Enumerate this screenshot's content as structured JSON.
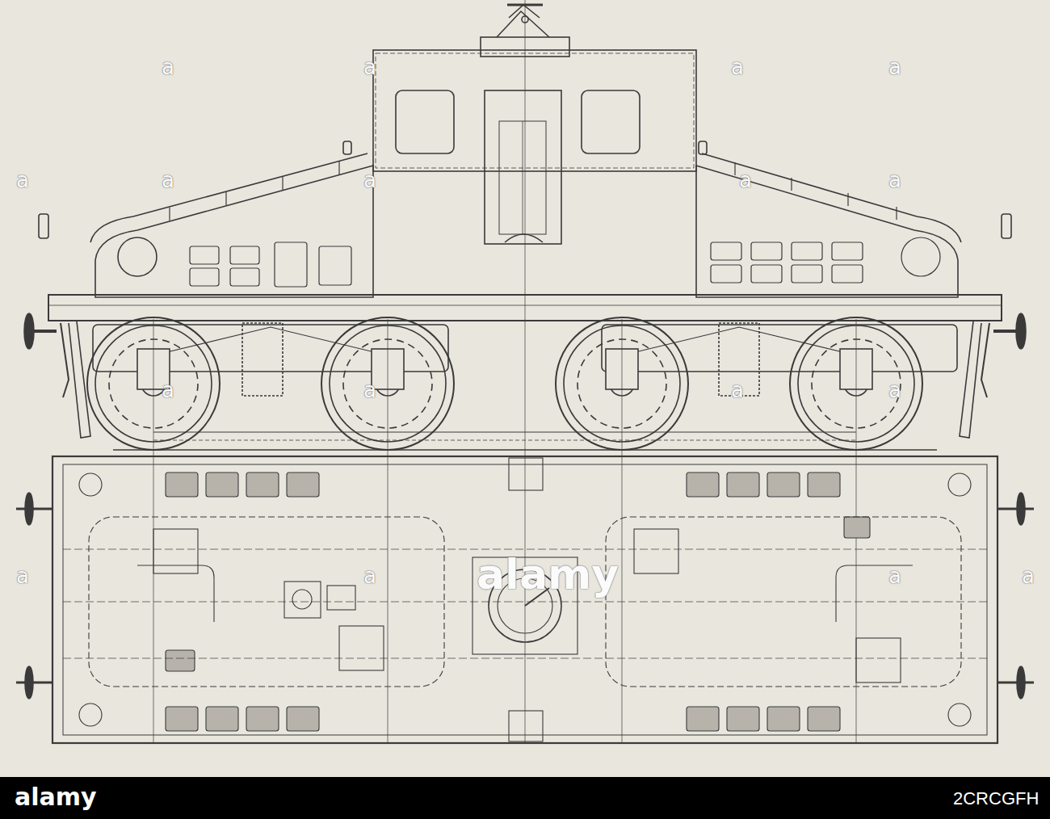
{
  "diagram": {
    "labels": [
      "a",
      "a",
      "a",
      "a",
      "a",
      "a",
      "a",
      "a",
      "a",
      "a",
      "a",
      "a",
      "a",
      "a",
      "a",
      "a",
      "a",
      "alamy",
      "alamy",
      "2CRCGFH"
    ]
  }
}
